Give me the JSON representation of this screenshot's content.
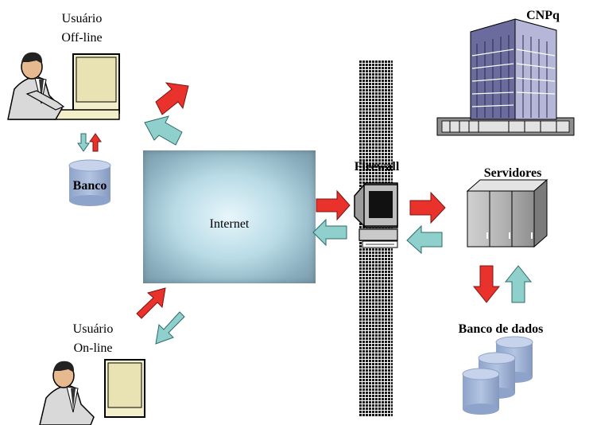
{
  "labels": {
    "user_offline_line1": "Usuário",
    "user_offline_line2": "Off-line",
    "local_db": "Banco",
    "internet": "Internet",
    "user_online_line1": "Usuário",
    "user_online_line2": "On-line",
    "firewall": "Firewall",
    "building": "CNPq",
    "servers": "Servidores",
    "database": "Banco de dados"
  },
  "colors": {
    "arrow_red": "#e8322b",
    "arrow_teal": "#8fd0cc",
    "cylinder": "#9fb3d6",
    "internet_box": "#a8ccd8",
    "firewall_pattern": "#1a1a1a"
  },
  "icons": [
    "person-at-computer-icon",
    "building-icon",
    "server-rack-icon",
    "database-cylinders-icon",
    "computer-workstation-icon"
  ]
}
